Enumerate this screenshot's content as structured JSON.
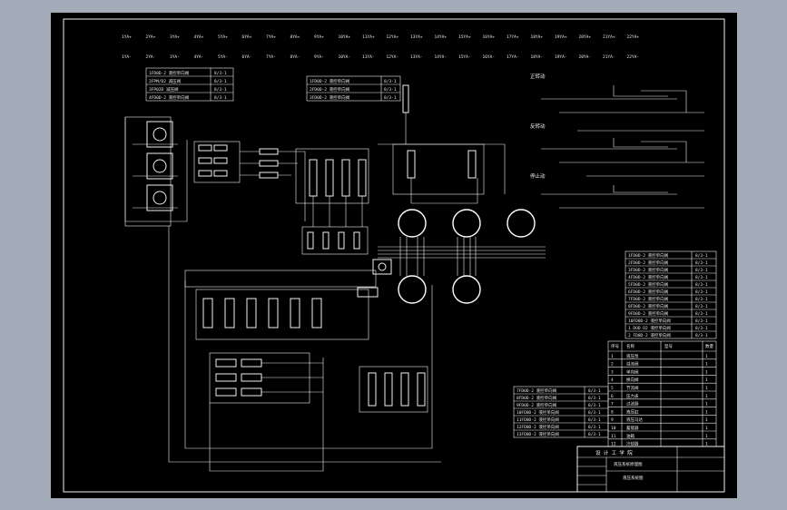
{
  "drawing": {
    "valve_labels_row1": [
      "1YA+",
      "2YA+",
      "3YA+",
      "4YA+",
      "5YA+",
      "6YA+",
      "7YA+",
      "8YA+",
      "9YA+",
      "10YA+",
      "11YA+",
      "12YA+",
      "13YA+",
      "14YA+",
      "15YA+",
      "16YA+",
      "17YA+",
      "18YA+",
      "19YA+",
      "20YA+",
      "21YA+",
      "22YA+"
    ],
    "valve_labels_row2": [
      "1YA-",
      "2YA-",
      "3YA-",
      "4YA-",
      "5YA-",
      "6YA-",
      "7YA-",
      "8YA-",
      "9YA-",
      "10YA-",
      "11YA-",
      "12YA-",
      "13YA-",
      "14YA-",
      "15YA-",
      "16YA-",
      "17YA-",
      "18YA-",
      "19YA-",
      "20YA-",
      "21YA-",
      "22YA-"
    ],
    "legend_top_left": [
      {
        "text": "1FD0D-2 液控单向阀",
        "code": "8/3-1"
      },
      {
        "text": "2FPM/D2 减压阀",
        "code": "8/3-1"
      },
      {
        "text": "3FP02D 减压阀",
        "code": "8/3-1"
      },
      {
        "text": "4FD0D-2 液控单向阀",
        "code": "8/3-1"
      }
    ],
    "legend_top_mid": [
      {
        "text": "1FD0D-2 液控单向阀",
        "code": "8/3-1"
      },
      {
        "text": "2FD0D-2 液控单向阀",
        "code": "8/3-1"
      },
      {
        "text": "3FD0D-2 液控单向阀",
        "code": "8/3-1"
      }
    ],
    "sequence_blocks": [
      {
        "label": "正转动"
      },
      {
        "label": "反转动"
      },
      {
        "label": "停止动"
      }
    ],
    "parts_list": [
      {
        "text": "1FD0D-2 液控单向阀",
        "code": "8/3-1"
      },
      {
        "text": "2FD0D-2 液控单向阀",
        "code": "8/3-1"
      },
      {
        "text": "3FD0D-2 液控单向阀",
        "code": "8/3-1"
      },
      {
        "text": "4FD0D-2 液控单向阀",
        "code": "8/3-1"
      },
      {
        "text": "5FD0D-2 液控单向阀",
        "code": "8/3-1"
      },
      {
        "text": "6FD0D-2 液控单向阀",
        "code": "8/3-1"
      },
      {
        "text": "7FD0D-2 液控单向阀",
        "code": "8/3-1"
      },
      {
        "text": "8FD0D-2 液控单向阀",
        "code": "8/3-1"
      },
      {
        "text": "9FD0D-2 液控单向阀",
        "code": "8/3-1"
      },
      {
        "text": "10FD0D-2 液控单向阀",
        "code": "8/3-1"
      },
      {
        "text": "1 DOD D2 液控单向阀",
        "code": "8/3-1"
      },
      {
        "text": "2 FD0D-2 液控单向阀",
        "code": "8/3-1"
      }
    ],
    "component_table_header": [
      "序号",
      "名称",
      "型号",
      "数量"
    ],
    "component_table": [
      {
        "n": "1",
        "name": "液压泵",
        "model": "",
        "qty": "1"
      },
      {
        "n": "2",
        "name": "溢流阀",
        "model": "",
        "qty": "1"
      },
      {
        "n": "3",
        "name": "单向阀",
        "model": "",
        "qty": "1"
      },
      {
        "n": "4",
        "name": "换向阀",
        "model": "",
        "qty": "1"
      },
      {
        "n": "5",
        "name": "节流阀",
        "model": "",
        "qty": "1"
      },
      {
        "n": "6",
        "name": "压力表",
        "model": "",
        "qty": "1"
      },
      {
        "n": "7",
        "name": "过滤器",
        "model": "",
        "qty": "1"
      },
      {
        "n": "8",
        "name": "液压缸",
        "model": "",
        "qty": "1"
      },
      {
        "n": "9",
        "name": "液压马达",
        "model": "",
        "qty": "1"
      },
      {
        "n": "10",
        "name": "蓄能器",
        "model": "",
        "qty": "1"
      },
      {
        "n": "11",
        "name": "油箱",
        "model": "",
        "qty": "1"
      },
      {
        "n": "12",
        "name": "冷却器",
        "model": "",
        "qty": "1"
      }
    ],
    "legend_bottom_left": [
      {
        "text": "7FD0D-2 液控单向阀",
        "code": "8/3-1"
      },
      {
        "text": "8FD0D-2 液控单向阀",
        "code": "8/3-1"
      },
      {
        "text": "9FD0D-2 液控单向阀",
        "code": "8/3-1"
      },
      {
        "text": "10FD0D-2 液控单向阀",
        "code": "8/3-1"
      },
      {
        "text": "11FD0D-2 液控单向阀",
        "code": "8/3-1"
      },
      {
        "text": "12FD0D-2 液控单向阀",
        "code": "8/3-1"
      },
      {
        "text": "13FD0D-2 液控单向阀",
        "code": "8/3-1"
      }
    ],
    "title_block": {
      "header": "设 计 工 学 院",
      "drawing_name": "液压系统原理图",
      "sub_title": "液压系统图"
    }
  }
}
